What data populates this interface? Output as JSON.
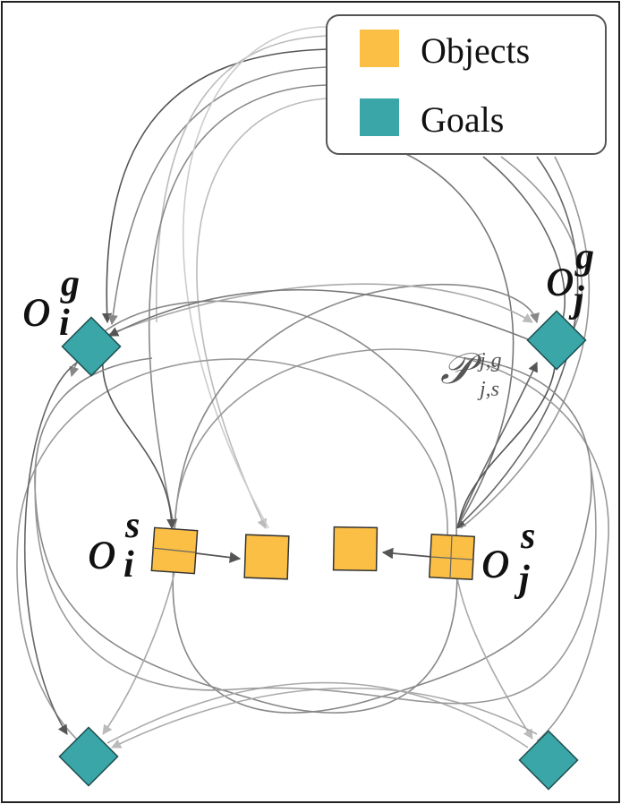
{
  "legend": {
    "items": [
      {
        "label": "Objects",
        "color": "#fbbf45"
      },
      {
        "label": "Goals",
        "color": "#3aa6a8"
      }
    ]
  },
  "labels": {
    "o_i_g": {
      "base": "o",
      "sub": "i",
      "sup": "g"
    },
    "o_j_g": {
      "base": "o",
      "sub": "j",
      "sup": "g"
    },
    "o_i_s": {
      "base": "o",
      "sub": "i",
      "sup": "s"
    },
    "o_j_s": {
      "base": "o",
      "sub": "j",
      "sup": "s"
    },
    "path": {
      "base": "𝒫",
      "sub": "j,s",
      "sup": "j,g"
    }
  },
  "colors": {
    "object": "#fbbf45",
    "goal": "#3aa6a8",
    "edge_dark": "#555555",
    "edge_mid": "#888888",
    "edge_light": "#bbbbbb"
  }
}
